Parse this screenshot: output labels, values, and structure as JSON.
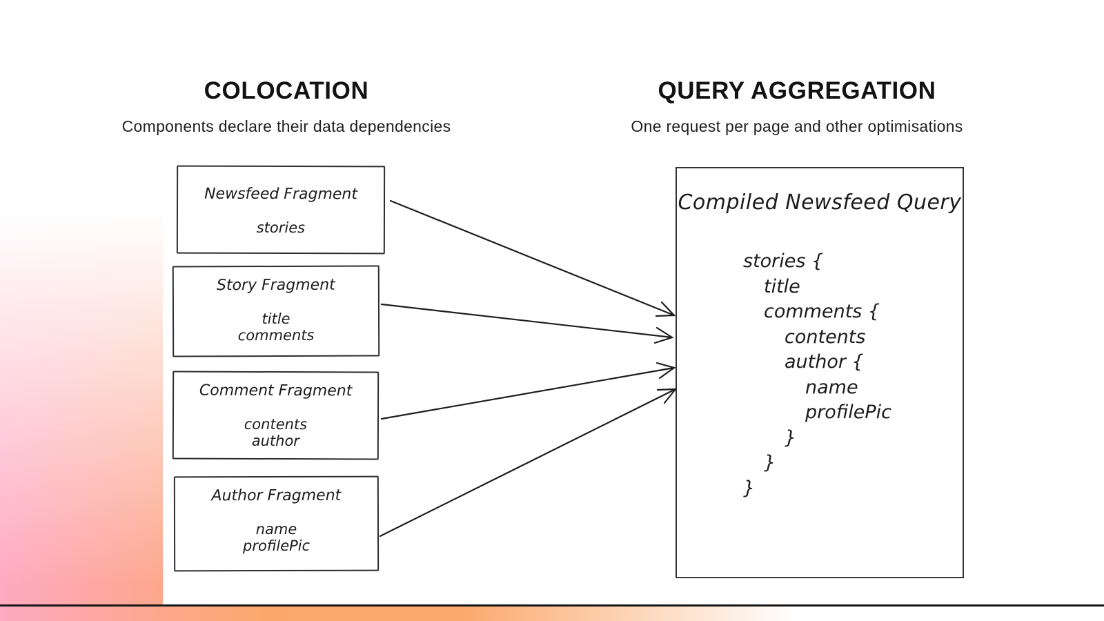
{
  "page": {
    "colors": {
      "gradient_pink": "#ffa9c2",
      "gradient_orange": "#fba76b",
      "panel_white": "#ffffff",
      "ink": "#1c1c1c"
    }
  },
  "left_section": {
    "title": "COLOCATION",
    "subtitle": "Components declare their data dependencies",
    "fragments": [
      {
        "title": "Newsfeed Fragment",
        "fields": [
          "stories"
        ]
      },
      {
        "title": "Story Fragment",
        "fields": [
          "title",
          "comments"
        ]
      },
      {
        "title": "Comment Fragment",
        "fields": [
          "contents",
          "author"
        ]
      },
      {
        "title": "Author Fragment",
        "fields": [
          "name",
          "profilePic"
        ]
      }
    ]
  },
  "right_section": {
    "title": "QUERY AGGREGATION",
    "subtitle": "One request per page and other optimisations",
    "query_box": {
      "title": "Compiled Newsfeed Query",
      "lines": [
        {
          "text": "stories {",
          "indent": 0
        },
        {
          "text": "title",
          "indent": 1
        },
        {
          "text": "comments {",
          "indent": 1
        },
        {
          "text": "contents",
          "indent": 2
        },
        {
          "text": "author {",
          "indent": 2
        },
        {
          "text": "name",
          "indent": 3
        },
        {
          "text": "profilePic",
          "indent": 3
        },
        {
          "text": "}",
          "indent": 2
        },
        {
          "text": "}",
          "indent": 1
        },
        {
          "text": "}",
          "indent": 0
        }
      ]
    }
  },
  "arrows": [
    {
      "from": "newsfeed-fragment",
      "to": "compiled-newsfeed-query"
    },
    {
      "from": "story-fragment",
      "to": "compiled-newsfeed-query"
    },
    {
      "from": "comment-fragment",
      "to": "compiled-newsfeed-query"
    },
    {
      "from": "author-fragment",
      "to": "compiled-newsfeed-query"
    }
  ]
}
